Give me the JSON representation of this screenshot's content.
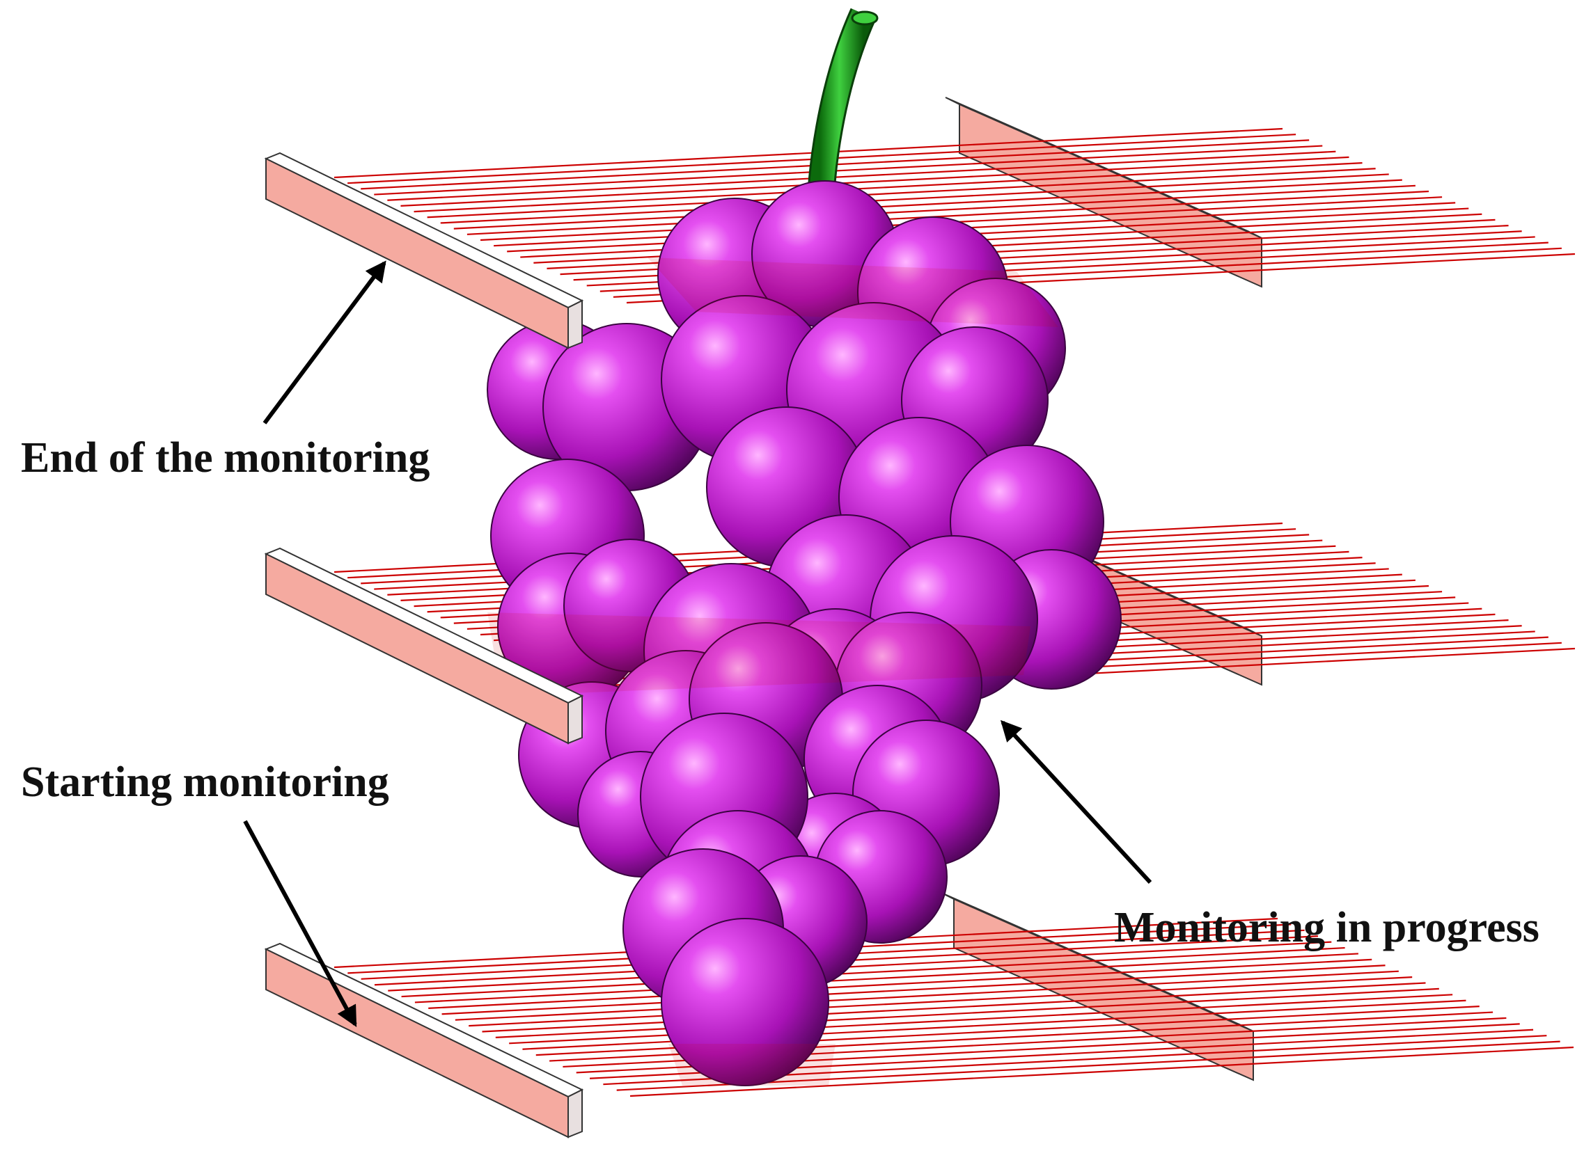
{
  "labels": {
    "top": "End of the monitoring",
    "middle": "Monitoring in progress",
    "bottom": "Starting monitoring"
  },
  "colors": {
    "grape": "#c21fcf",
    "stem": "#1fa41f",
    "frame": "#f5aaa0",
    "wire": "#cc0000",
    "arrow": "#000000"
  },
  "icons": {
    "grape": "grape-cluster-icon",
    "sensor": "wire-grid-sensor-icon"
  }
}
